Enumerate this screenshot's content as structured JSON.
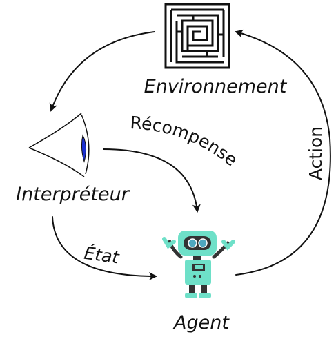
{
  "nodes": {
    "environment": {
      "label": "Environnement"
    },
    "interpreter": {
      "label": "Interpréteur"
    },
    "agent": {
      "label": "Agent"
    }
  },
  "edges": {
    "action": {
      "label": "Action"
    },
    "reward": {
      "label": "Récompense"
    },
    "state": {
      "label": "État"
    }
  },
  "colors": {
    "line": "#111111",
    "eye_iris": "#1a2fd0",
    "robot_body": "#6ee0c8",
    "robot_dark": "#333333",
    "robot_eye": "#4fa8c0"
  }
}
